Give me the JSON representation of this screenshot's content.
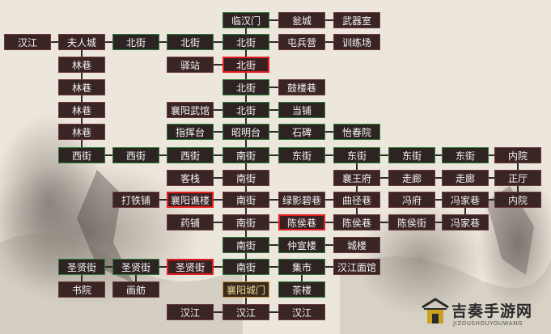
{
  "map": {
    "nodes": [
      {
        "id": "linhanmen",
        "label": "临汉门",
        "style": "green",
        "col": 4,
        "row": 0
      },
      {
        "id": "wengcheng",
        "label": "瓮城",
        "style": "dark",
        "col": 5,
        "row": 0
      },
      {
        "id": "wuqishi",
        "label": "武器室",
        "style": "dark",
        "col": 6,
        "row": 0
      },
      {
        "id": "hanjiang_top",
        "label": "汉江",
        "style": "dark",
        "col": 0,
        "row": 1
      },
      {
        "id": "furencheng",
        "label": "夫人城",
        "style": "dark",
        "col": 1,
        "row": 1
      },
      {
        "id": "beijie_r1_2",
        "label": "北街",
        "style": "green",
        "col": 2,
        "row": 1
      },
      {
        "id": "beijie_r1_3",
        "label": "北街",
        "style": "green",
        "col": 3,
        "row": 1
      },
      {
        "id": "beijie_r1_4",
        "label": "北街",
        "style": "green",
        "col": 4,
        "row": 1
      },
      {
        "id": "tunbingying",
        "label": "屯兵营",
        "style": "dark",
        "col": 5,
        "row": 1
      },
      {
        "id": "xunlianchang",
        "label": "训练场",
        "style": "dark",
        "col": 6,
        "row": 1
      },
      {
        "id": "linxiang_1",
        "label": "林巷",
        "style": "dark",
        "col": 1,
        "row": 2
      },
      {
        "id": "yizhan",
        "label": "驿站",
        "style": "dark",
        "col": 3,
        "row": 2
      },
      {
        "id": "beijie_r2",
        "label": "北街",
        "style": "red",
        "col": 4,
        "row": 2
      },
      {
        "id": "linxiang_2",
        "label": "林巷",
        "style": "dark",
        "col": 1,
        "row": 3
      },
      {
        "id": "beijie_r3",
        "label": "北街",
        "style": "green",
        "col": 4,
        "row": 3
      },
      {
        "id": "gulouxiang",
        "label": "鼓楼巷",
        "style": "dark",
        "col": 5,
        "row": 3
      },
      {
        "id": "linxiang_3",
        "label": "林巷",
        "style": "dark",
        "col": 1,
        "row": 4
      },
      {
        "id": "xiangyangwuguan",
        "label": "襄阳武馆",
        "style": "dark",
        "col": 3,
        "row": 4
      },
      {
        "id": "beijie_r4",
        "label": "北街",
        "style": "green",
        "col": 4,
        "row": 4
      },
      {
        "id": "dangpu",
        "label": "当铺",
        "style": "green",
        "col": 5,
        "row": 4
      },
      {
        "id": "linxiang_4",
        "label": "林巷",
        "style": "dark",
        "col": 1,
        "row": 5
      },
      {
        "id": "zhihuitai",
        "label": "指挥台",
        "style": "green",
        "col": 3,
        "row": 5
      },
      {
        "id": "zhaomingtai",
        "label": "昭明台",
        "style": "green",
        "col": 4,
        "row": 5
      },
      {
        "id": "shibei",
        "label": "石碑",
        "style": "green",
        "col": 5,
        "row": 5
      },
      {
        "id": "yichunyuan",
        "label": "怡春院",
        "style": "green",
        "col": 6,
        "row": 5
      },
      {
        "id": "xijie_1",
        "label": "西街",
        "style": "green",
        "col": 1,
        "row": 6
      },
      {
        "id": "xijie_2",
        "label": "西街",
        "style": "green",
        "col": 2,
        "row": 6
      },
      {
        "id": "xijie_3",
        "label": "西街",
        "style": "green",
        "col": 3,
        "row": 6
      },
      {
        "id": "nanjie_r6",
        "label": "南街",
        "style": "green",
        "col": 4,
        "row": 6
      },
      {
        "id": "dongjie_1",
        "label": "东街",
        "style": "green",
        "col": 5,
        "row": 6
      },
      {
        "id": "dongjie_2",
        "label": "东街",
        "style": "green",
        "col": 6,
        "row": 6
      },
      {
        "id": "dongjie_3",
        "label": "东街",
        "style": "green",
        "col": 7,
        "row": 6
      },
      {
        "id": "dongjie_4",
        "label": "东街",
        "style": "green",
        "col": 8,
        "row": 6
      },
      {
        "id": "neiyuan_1",
        "label": "内院",
        "style": "dark",
        "col": 9,
        "row": 6
      },
      {
        "id": "kezhan",
        "label": "客栈",
        "style": "dark",
        "col": 3,
        "row": 7
      },
      {
        "id": "nanjie_r7",
        "label": "南街",
        "style": "dark",
        "col": 4,
        "row": 7
      },
      {
        "id": "xiangwangfu",
        "label": "襄王府",
        "style": "dark",
        "col": 6,
        "row": 7
      },
      {
        "id": "zoulang_1",
        "label": "走廊",
        "style": "dark",
        "col": 7,
        "row": 7
      },
      {
        "id": "zoulang_2",
        "label": "走廊",
        "style": "dark",
        "col": 8,
        "row": 7
      },
      {
        "id": "zhengting",
        "label": "正厅",
        "style": "dark",
        "col": 9,
        "row": 7
      },
      {
        "id": "datiepu",
        "label": "打铁铺",
        "style": "dark",
        "col": 2,
        "row": 8
      },
      {
        "id": "xiangyangjiaolou",
        "label": "襄阳谯楼",
        "style": "red",
        "col": 3,
        "row": 8
      },
      {
        "id": "nanjie_r8",
        "label": "南街",
        "style": "dark",
        "col": 4,
        "row": 8
      },
      {
        "id": "lvyingbixiang",
        "label": "绿影碧巷",
        "style": "dark",
        "col": 5,
        "row": 8
      },
      {
        "id": "qujingxiang",
        "label": "曲径巷",
        "style": "dark",
        "col": 6,
        "row": 8
      },
      {
        "id": "fengfu",
        "label": "冯府",
        "style": "dark",
        "col": 7,
        "row": 8
      },
      {
        "id": "fengjiaxiang_1",
        "label": "冯家巷",
        "style": "dark",
        "col": 8,
        "row": 8
      },
      {
        "id": "neiyuan_2",
        "label": "内院",
        "style": "dark",
        "col": 9,
        "row": 8
      },
      {
        "id": "yaopu",
        "label": "药铺",
        "style": "dark",
        "col": 3,
        "row": 9
      },
      {
        "id": "nanjie_r9",
        "label": "南街",
        "style": "dark",
        "col": 4,
        "row": 9
      },
      {
        "id": "chenhouxiang_1",
        "label": "陈侯巷",
        "style": "red",
        "col": 5,
        "row": 9
      },
      {
        "id": "chenhouxiang_2",
        "label": "陈侯巷",
        "style": "dark",
        "col": 6,
        "row": 9
      },
      {
        "id": "chenhoujie",
        "label": "陈侯街",
        "style": "dark",
        "col": 7,
        "row": 9
      },
      {
        "id": "fengjiaxiang_2",
        "label": "冯家巷",
        "style": "dark",
        "col": 8,
        "row": 9
      },
      {
        "id": "nanjie_r10",
        "label": "南街",
        "style": "green",
        "col": 4,
        "row": 10
      },
      {
        "id": "zhongxuanlou",
        "label": "仲宣楼",
        "style": "green",
        "col": 5,
        "row": 10
      },
      {
        "id": "chenglou",
        "label": "城楼",
        "style": "dark",
        "col": 6,
        "row": 10
      },
      {
        "id": "shengxianjie_1",
        "label": "圣贤街",
        "style": "green",
        "col": 1,
        "row": 11
      },
      {
        "id": "shengxianjie_2",
        "label": "圣贤街",
        "style": "green",
        "col": 2,
        "row": 11
      },
      {
        "id": "shengxianjie_3",
        "label": "圣贤街",
        "style": "red",
        "col": 3,
        "row": 11
      },
      {
        "id": "nanjie_r11",
        "label": "南街",
        "style": "green",
        "col": 4,
        "row": 11
      },
      {
        "id": "jishi",
        "label": "集市",
        "style": "green",
        "col": 5,
        "row": 11
      },
      {
        "id": "hanjiangmianguan",
        "label": "汉江面馆",
        "style": "dark",
        "col": 6,
        "row": 11
      },
      {
        "id": "shuyuan",
        "label": "书院",
        "style": "dark",
        "col": 1,
        "row": 12
      },
      {
        "id": "huafang",
        "label": "画舫",
        "style": "dark",
        "col": 2,
        "row": 12
      },
      {
        "id": "xiangyangchengmen",
        "label": "襄阳城门",
        "style": "gold",
        "col": 4,
        "row": 12
      },
      {
        "id": "chalou",
        "label": "茶楼",
        "style": "green",
        "col": 5,
        "row": 12
      },
      {
        "id": "hanjiang_b1",
        "label": "汉江",
        "style": "dark",
        "col": 3,
        "row": 13
      },
      {
        "id": "hanjiang_b2",
        "label": "汉江",
        "style": "dark",
        "col": 4,
        "row": 13
      },
      {
        "id": "hanjiang_b3",
        "label": "汉江",
        "style": "dark",
        "col": 5,
        "row": 13
      }
    ],
    "links": [
      [
        "linhanmen",
        "wengcheng"
      ],
      [
        "wengcheng",
        "wuqishi"
      ],
      [
        "linhanmen",
        "beijie_r1_4"
      ],
      [
        "hanjiang_top",
        "furencheng"
      ],
      [
        "furencheng",
        "beijie_r1_2"
      ],
      [
        "beijie_r1_2",
        "beijie_r1_3"
      ],
      [
        "beijie_r1_3",
        "beijie_r1_4"
      ],
      [
        "beijie_r1_4",
        "tunbingying"
      ],
      [
        "tunbingying",
        "xunlianchang"
      ],
      [
        "furencheng",
        "linxiang_1"
      ],
      [
        "linxiang_1",
        "linxiang_2"
      ],
      [
        "linxiang_2",
        "linxiang_3"
      ],
      [
        "linxiang_3",
        "linxiang_4"
      ],
      [
        "linxiang_4",
        "xijie_1"
      ],
      [
        "beijie_r1_4",
        "beijie_r2"
      ],
      [
        "yizhan",
        "beijie_r2"
      ],
      [
        "beijie_r2",
        "beijie_r3"
      ],
      [
        "beijie_r3",
        "gulouxiang"
      ],
      [
        "beijie_r3",
        "beijie_r4"
      ],
      [
        "xiangyangwuguan",
        "beijie_r4"
      ],
      [
        "beijie_r4",
        "dangpu"
      ],
      [
        "beijie_r4",
        "zhaomingtai"
      ],
      [
        "zhihuitai",
        "zhaomingtai"
      ],
      [
        "zhaomingtai",
        "shibei"
      ],
      [
        "shibei",
        "yichunyuan"
      ],
      [
        "zhaomingtai",
        "nanjie_r6"
      ],
      [
        "xijie_1",
        "xijie_2"
      ],
      [
        "xijie_2",
        "xijie_3"
      ],
      [
        "xijie_3",
        "nanjie_r6"
      ],
      [
        "nanjie_r6",
        "dongjie_1"
      ],
      [
        "dongjie_1",
        "dongjie_2"
      ],
      [
        "dongjie_2",
        "dongjie_3"
      ],
      [
        "dongjie_3",
        "dongjie_4"
      ],
      [
        "dongjie_4",
        "neiyuan_1"
      ],
      [
        "nanjie_r6",
        "nanjie_r7"
      ],
      [
        "kezhan",
        "nanjie_r7"
      ],
      [
        "dongjie_2",
        "xiangwangfu"
      ],
      [
        "xiangwangfu",
        "zoulang_1"
      ],
      [
        "zoulang_1",
        "zoulang_2"
      ],
      [
        "zoulang_2",
        "zhengting"
      ],
      [
        "neiyuan_1",
        "zhengting"
      ],
      [
        "zhengting",
        "neiyuan_2"
      ],
      [
        "nanjie_r7",
        "nanjie_r8"
      ],
      [
        "datiepu",
        "xiangyangjiaolou"
      ],
      [
        "xiangyangjiaolou",
        "nanjie_r8"
      ],
      [
        "nanjie_r8",
        "lvyingbixiang"
      ],
      [
        "lvyingbixiang",
        "qujingxiang"
      ],
      [
        "xiangwangfu",
        "qujingxiang"
      ],
      [
        "fengfu",
        "fengjiaxiang_1"
      ],
      [
        "fengjiaxiang_1",
        "neiyuan_2"
      ],
      [
        "fengjiaxiang_1",
        "fengjiaxiang_2"
      ],
      [
        "nanjie_r8",
        "nanjie_r9"
      ],
      [
        "yaopu",
        "nanjie_r9"
      ],
      [
        "nanjie_r9",
        "chenhouxiang_1"
      ],
      [
        "chenhouxiang_1",
        "chenhouxiang_2"
      ],
      [
        "chenhouxiang_2",
        "chenhoujie"
      ],
      [
        "chenhoujie",
        "fengjiaxiang_2"
      ],
      [
        "qujingxiang",
        "chenhouxiang_2"
      ],
      [
        "nanjie_r9",
        "nanjie_r10"
      ],
      [
        "nanjie_r10",
        "zhongxuanlou"
      ],
      [
        "zhongxuanlou",
        "chenglou"
      ],
      [
        "nanjie_r10",
        "nanjie_r11"
      ],
      [
        "shengxianjie_1",
        "shengxianjie_2"
      ],
      [
        "shengxianjie_2",
        "shengxianjie_3"
      ],
      [
        "shengxianjie_3",
        "nanjie_r11"
      ],
      [
        "nanjie_r11",
        "jishi"
      ],
      [
        "jishi",
        "hanjiangmianguan"
      ],
      [
        "shengxianjie_1",
        "shuyuan"
      ],
      [
        "shengxianjie_2",
        "huafang"
      ],
      [
        "nanjie_r11",
        "xiangyangchengmen"
      ],
      [
        "jishi",
        "chalou"
      ],
      [
        "xiangyangchengmen",
        "hanjiang_b2"
      ],
      [
        "hanjiang_b1",
        "hanjiang_b2"
      ],
      [
        "hanjiang_b2",
        "hanjiang_b3"
      ]
    ]
  },
  "colors": {
    "link_line": "#2b2b2b",
    "green_border": "#2c7a35",
    "dark_border": "#6b3b3b",
    "red_border": "#e02020",
    "gold_border": "#c49b3a"
  },
  "watermark": {
    "title": "吉奏手游网",
    "subtitle": "JIZOUSHOUYOUWANG",
    "icon": "house-roof-icon"
  }
}
